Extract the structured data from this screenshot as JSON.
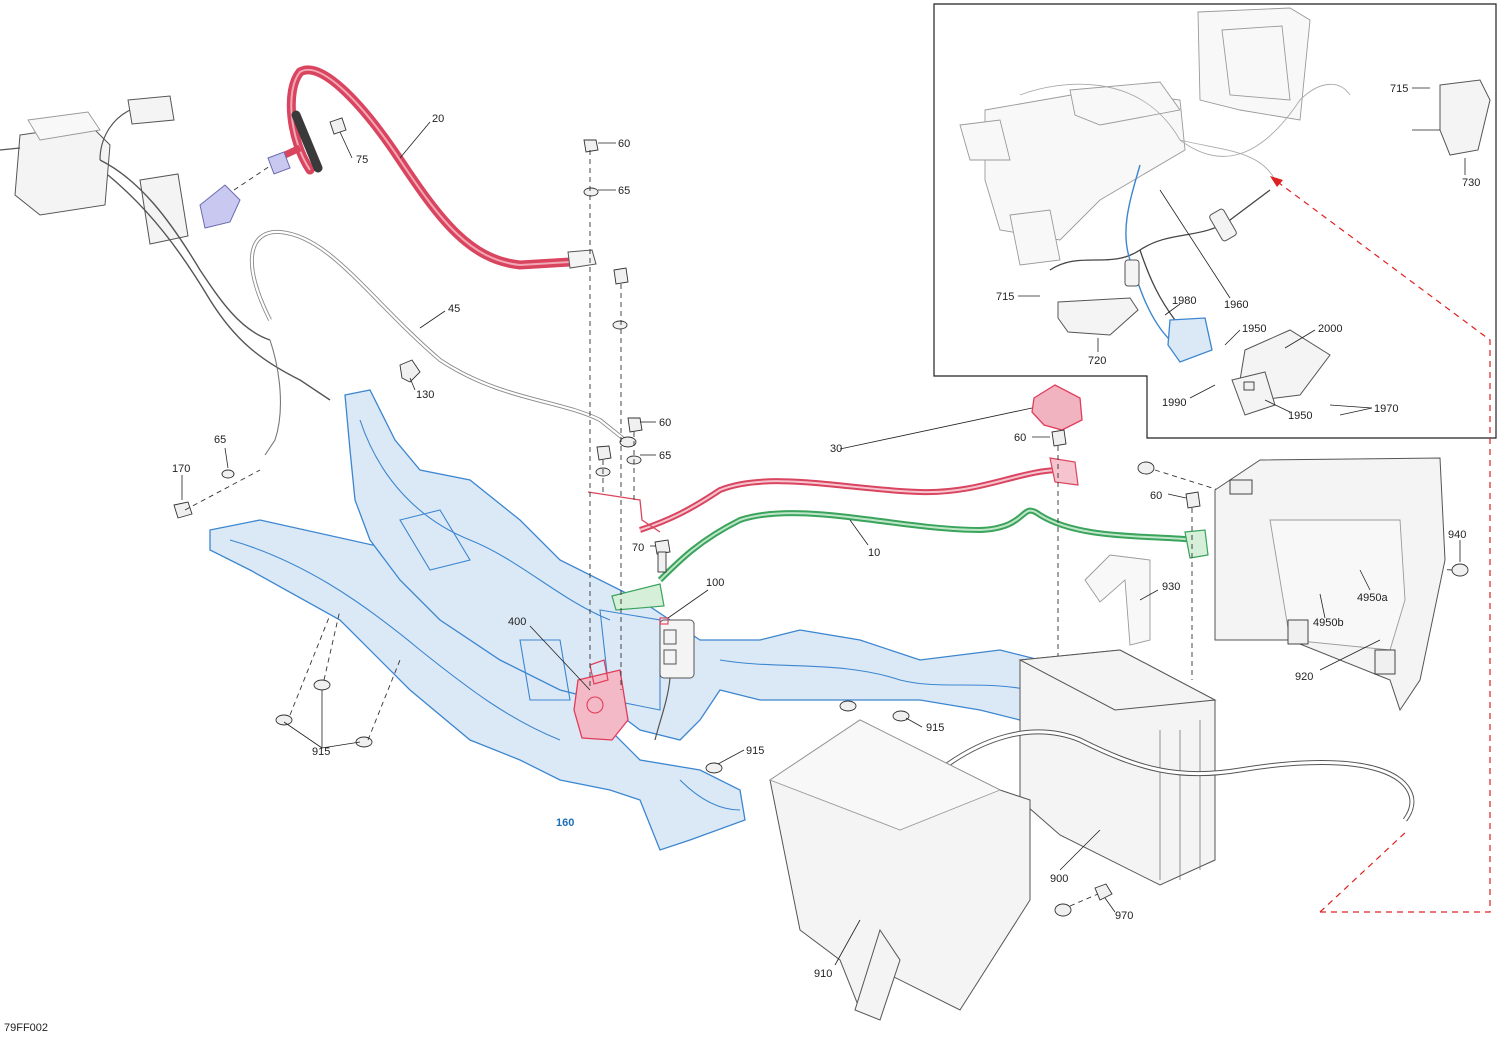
{
  "diagram_code": "79FF002",
  "colors": {
    "cable_red": "#d9455f",
    "cable_green": "#3aa35c",
    "frame_blue": "#3c86cf",
    "solenoid_red": "#e03c5a",
    "boot_purple": "#a9a8e8",
    "inset_callout": "#e02020"
  },
  "labels": {
    "p20": "20",
    "p75": "75",
    "p60a": "60",
    "p65a": "65",
    "p45": "45",
    "p130": "130",
    "p65b": "65",
    "p170": "170",
    "p60b": "60",
    "p65c": "65",
    "p30": "30",
    "p60c": "60",
    "p60d": "60",
    "p70": "70",
    "p100": "100",
    "p10": "10",
    "p400": "400",
    "p915a": "915",
    "p915b": "915",
    "p915c": "915",
    "p160": "160",
    "p930": "930",
    "p940": "940",
    "p4950a": "4950a",
    "p4950b": "4950b",
    "p920": "920",
    "p900": "900",
    "p970": "970",
    "p910": "910",
    "p715a": "715",
    "p730": "730",
    "p715b": "715",
    "p720": "720",
    "p1980": "1980",
    "p1960": "1960",
    "p1950a": "1950",
    "p2000": "2000",
    "p1990": "1990",
    "p1950b": "1950",
    "p1970": "1970"
  }
}
